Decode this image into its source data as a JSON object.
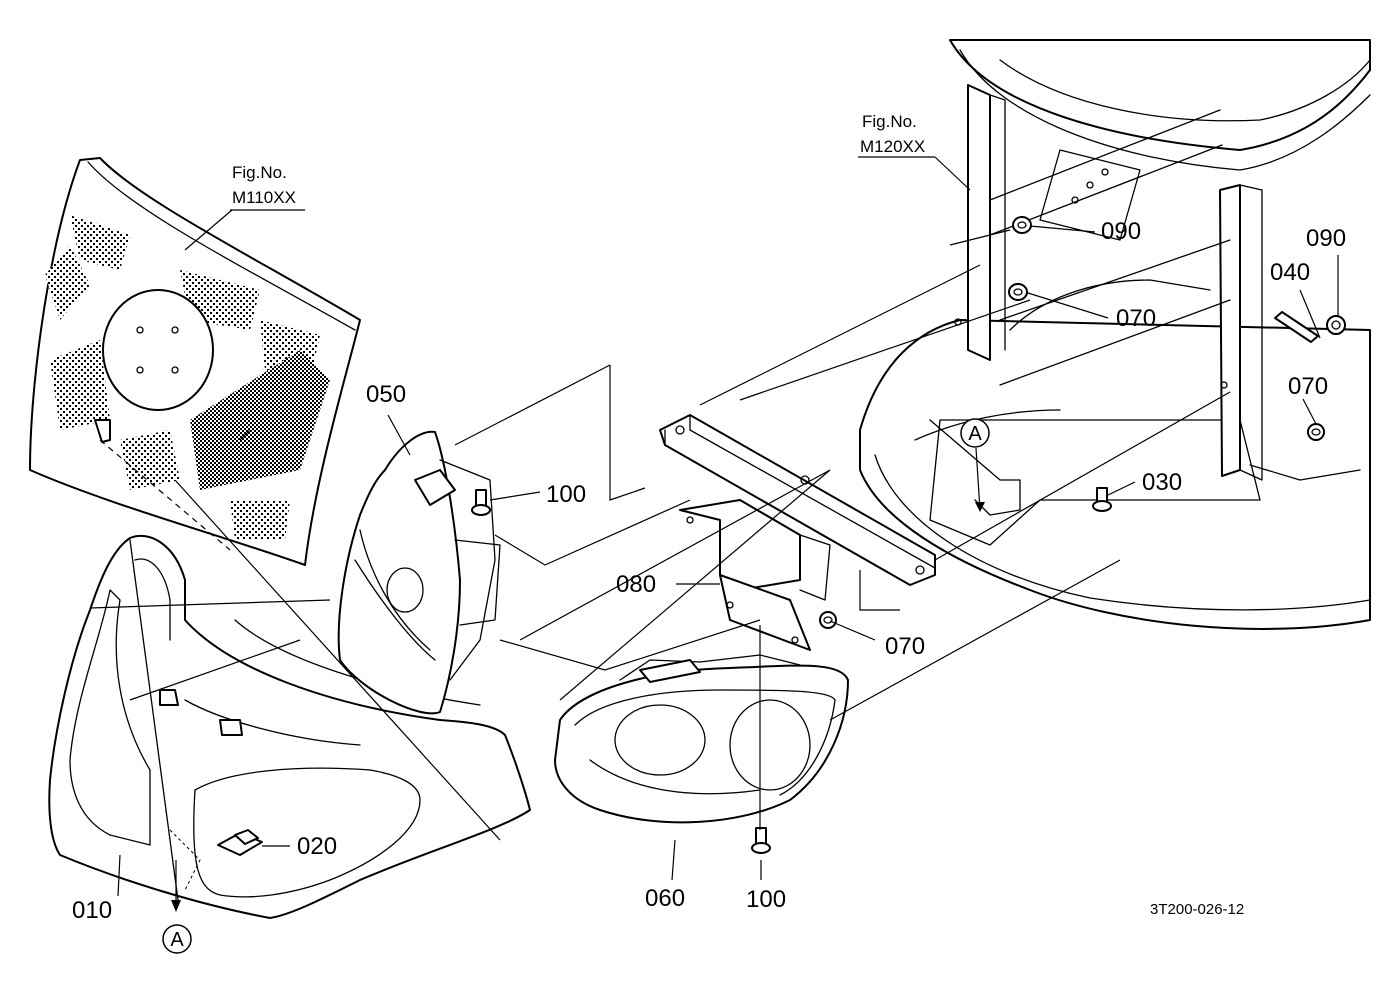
{
  "figure_refs": [
    {
      "line1": "Fig.No.",
      "line2": "M110XX"
    },
    {
      "line1": "Fig.No.",
      "line2": "M120XX"
    }
  ],
  "part_labels": {
    "p010": "010",
    "p020": "020",
    "p030": "030",
    "p040": "040",
    "p050": "050",
    "p060": "060",
    "p070_a": "070",
    "p070_b": "070",
    "p070_c": "070",
    "p080": "080",
    "p090_a": "090",
    "p090_b": "090",
    "p100_a": "100",
    "p100_b": "100"
  },
  "reference_markers": {
    "upper": "A",
    "lower": "A"
  },
  "diagram_code": "3T200-026-12"
}
